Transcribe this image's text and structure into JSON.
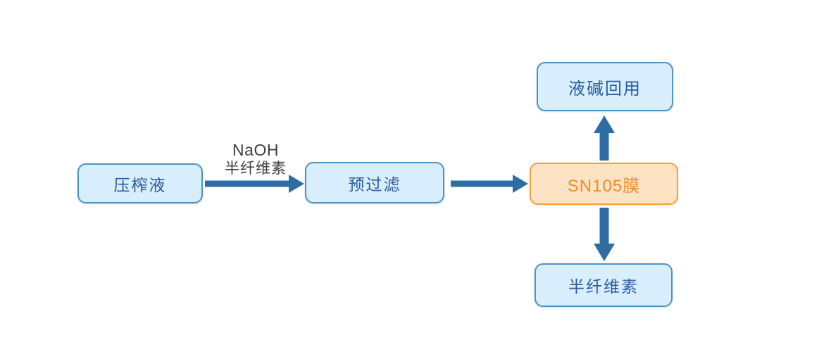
{
  "diagram": {
    "title": "SN105 membrane hemicellulose recovery flow",
    "background": "#ffffff",
    "colors": {
      "box_blue_fill": "#d9eefc",
      "box_blue_border": "#4d93c6",
      "box_blue_text": "#2a5ca0",
      "box_orange_fill": "#fbe3c3",
      "box_orange_border": "#f0a33b",
      "box_orange_text": "#ef8c27",
      "arrow": "#2e6da4",
      "label_text": "#3f3f3f"
    },
    "nodes": [
      {
        "id": "press",
        "label": "压榨液",
        "style": "blue"
      },
      {
        "id": "prefilter",
        "label": "预过滤",
        "style": "blue"
      },
      {
        "id": "membrane",
        "label": "SN105膜",
        "style": "orange"
      },
      {
        "id": "alkali",
        "label": "液碱回用",
        "style": "blue"
      },
      {
        "id": "hemi",
        "label": "半纤维素",
        "style": "blue"
      }
    ],
    "edges": [
      {
        "id": "press-prefilter",
        "from": "press",
        "to": "prefilter",
        "direction": "right",
        "label_lines": [
          "NaOH",
          "半纤维素"
        ]
      },
      {
        "id": "prefilter-membrane",
        "from": "prefilter",
        "to": "membrane",
        "direction": "right",
        "label_lines": []
      },
      {
        "id": "membrane-alkali",
        "from": "membrane",
        "to": "alkali",
        "direction": "up",
        "label_lines": []
      },
      {
        "id": "membrane-hemi",
        "from": "membrane",
        "to": "hemi",
        "direction": "down",
        "label_lines": []
      }
    ],
    "edge_label_naoh": {
      "line1": "NaOH",
      "line2": "半纤维素"
    }
  }
}
